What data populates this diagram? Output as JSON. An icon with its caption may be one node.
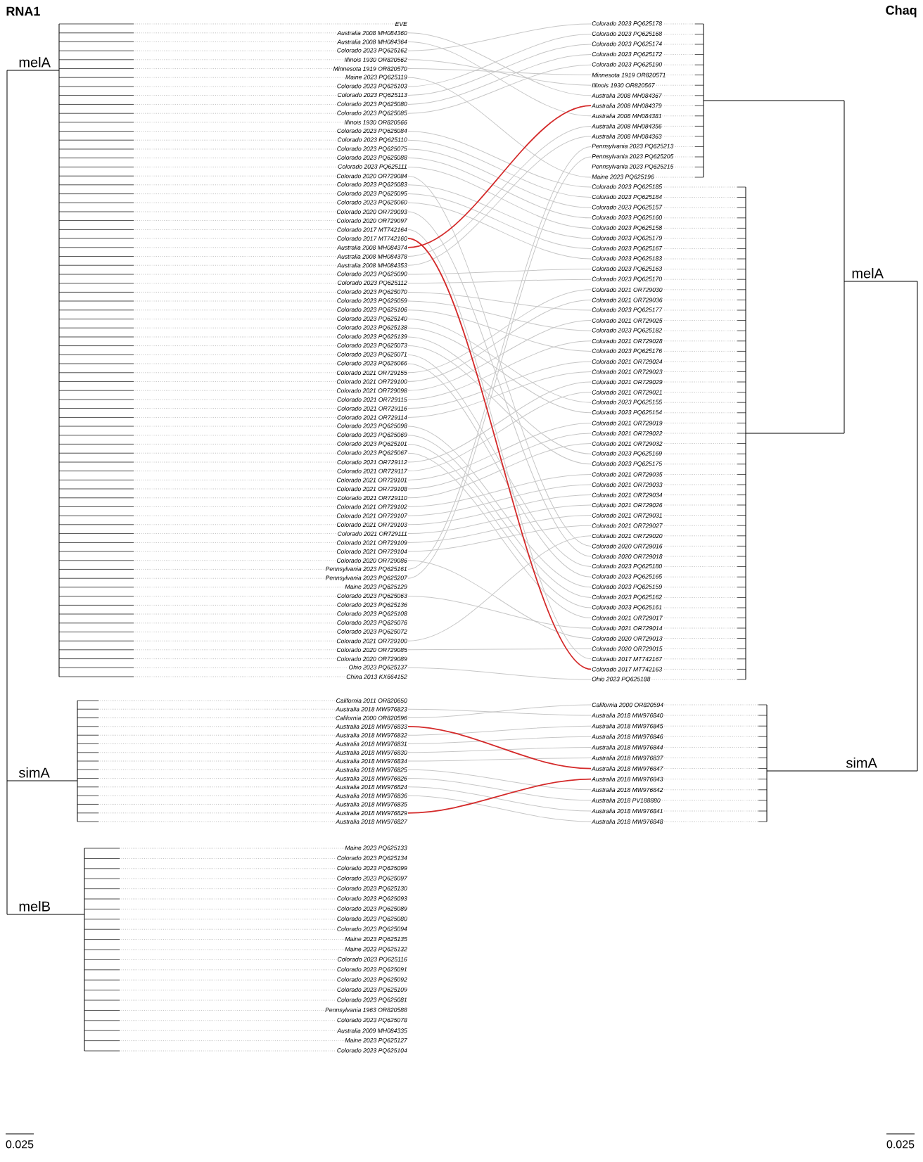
{
  "diagram": {
    "nodes": [
      {
        "text": [
          "EVE"
        ]
      },
      {
        "text": [
          "Australia 2008 MH084360"
        ]
      },
      {
        "text": [
          "Australia 2008 MH084364"
        ]
      },
      {
        "text": [
          "Colorado 2023 PQ625162"
        ]
      },
      {
        "text": [
          "Illinois 1930 OR820562"
        ]
      },
      {
        "text": [
          "Minnesota 1919 OR820570"
        ]
      },
      {
        "text": [
          "Maine 2023 PQ625119"
        ]
      },
      {
        "text": [
          "Colorado 2023 PQ625103"
        ]
      },
      {
        "text": [
          "Colorado 2023 PQ625113"
        ]
      },
      {
        "text": [
          "Colorado 2023 PQ625080"
        ]
      },
      {
        "text": [
          "Colorado 2023 PQ625085"
        ]
      },
      {
        "text": [
          "Illinois 1930 OR820566"
        ]
      },
      {
        "text": [
          "Colorado 2023 PQ625084"
        ]
      },
      {
        "text": [
          "Colorado 2023 PQ625110"
        ]
      },
      {
        "text": [
          "Colorado 2023 PQ625075"
        ]
      },
      {
        "text": [
          "Colorado 2023 PQ625088"
        ]
      },
      {
        "text": [
          "Colorado 2023 PQ625111"
        ]
      },
      {
        "text": [
          "Colorado 2020 OR729084"
        ]
      },
      {
        "text": [
          "Colorado 2023 PQ625083"
        ]
      },
      {
        "text": [
          "Colorado 2023 PQ625095"
        ]
      },
      {
        "text": [
          "Colorado 2023 PQ625060"
        ]
      },
      {
        "text": [
          "Colorado 2020 OR729093"
        ]
      },
      {
        "text": [
          "Colorado 2020 OR729097"
        ]
      },
      {
        "text": [
          "Colorado 2017 MT742164"
        ]
      },
      {
        "text": [
          "Colorado 2017 MT742160"
        ]
      },
      {
        "text": [
          "Australia 2008 MH084374"
        ]
      },
      {
        "text": [
          "Australia 2008 MH084378"
        ]
      },
      {
        "text": [
          "Australia 2008 MH084353"
        ]
      },
      {
        "text": [
          "Colorado 2023 PQ625090"
        ]
      },
      {
        "text": [
          "Colorado 2023 PQ625112"
        ]
      },
      {
        "text": [
          "Colorado 2023 PQ625070"
        ]
      },
      {
        "text": [
          "Colorado 2023 PQ625059"
        ]
      },
      {
        "text": [
          "Colorado 2023 PQ625106"
        ]
      },
      {
        "text": [
          "Colorado 2023 PQ625140"
        ]
      },
      {
        "text": [
          "Colorado 2023 PQ625138"
        ]
      },
      {
        "text": [
          "Colorado 2023 PQ625139"
        ]
      },
      {
        "text": [
          "Colorado 2023 PQ625073"
        ]
      },
      {
        "text": [
          "Colorado 2023 PQ625071"
        ]
      },
      {
        "text": [
          "Colorado 2023 PQ625066"
        ]
      },
      {
        "text": [
          "Colorado 2021 OR729155"
        ]
      },
      {
        "text": [
          "Colorado 2021 OR729100"
        ]
      },
      {
        "text": [
          "Colorado 2021 OR729098"
        ]
      },
      {
        "text": [
          "Colorado 2021 OR729115"
        ]
      },
      {
        "text": [
          "Colorado 2021 OR729116"
        ]
      },
      {
        "text": [
          "Colorado 2021 OR729114"
        ]
      },
      {
        "text": [
          "Colorado 2023 PQ625098"
        ]
      },
      {
        "text": [
          "Colorado 2023 PQ625069"
        ]
      },
      {
        "text": [
          "Colorado 2023 PQ625101"
        ]
      },
      {
        "text": [
          "Colorado 2023 PQ625067"
        ]
      },
      {
        "text": [
          "Colorado 2021 OR729112"
        ]
      },
      {
        "text": [
          "Colorado 2021 OR729117"
        ]
      },
      {
        "text": [
          "Colorado 2021 OR729101"
        ]
      },
      {
        "text": [
          "Colorado 2021 OR729108"
        ]
      },
      {
        "text": [
          "Colorado 2021 OR729110"
        ]
      },
      {
        "text": [
          "Colorado 2021 OR729102"
        ]
      },
      {
        "text": [
          "Colorado 2021 OR729107"
        ]
      },
      {
        "text": [
          "Colorado 2021 OR729103"
        ]
      },
      {
        "text": [
          "Colorado 2021 OR729111"
        ]
      },
      {
        "text": [
          "Colorado 2021 OR729109"
        ]
      },
      {
        "text": [
          "Colorado 2021 OR729104"
        ]
      },
      {
        "text": [
          "Colorado 2020 OR729086"
        ]
      },
      {
        "text": [
          "Pennsylvania 2023 PQ625161"
        ]
      },
      {
        "text": [
          "Pennsylvania 2023 PQ625207"
        ]
      },
      {
        "text": [
          "Maine 2023 PQ625129"
        ]
      },
      {
        "text": [
          "Colorado 2023 PQ625063"
        ]
      },
      {
        "text": [
          "Colorado 2023 PQ625136"
        ]
      },
      {
        "text": [
          "Colorado 2023 PQ625108"
        ]
      },
      {
        "text": [
          "Colorado 2023 PQ625076"
        ]
      },
      {
        "text": [
          "Colorado 2023 PQ625072"
        ]
      },
      {
        "text": [
          "Colorado 2021 OR729100"
        ]
      },
      {
        "text": [
          "Colorado 2020 OR729085"
        ]
      },
      {
        "text": [
          "Colorado 2020 OR729089"
        ]
      },
      {
        "text": [
          "Ohio 2023 PQ625137"
        ]
      },
      {
        "text": [
          "China 2013 KX664152"
        ]
      },
      {
        "text": [
          "California 2011 OR820650"
        ]
      },
      {
        "text": [
          "Australia 2018 MW976823"
        ]
      },
      {
        "text": [
          "California 2000 OR820596"
        ]
      },
      {
        "text": [
          "Australia 2018 MW976833"
        ]
      },
      {
        "text": [
          "Australia 2018 MW976832"
        ]
      },
      {
        "text": [
          "Australia 2018 MW976831"
        ]
      },
      {
        "text": [
          "Australia 2018 MW976830"
        ]
      },
      {
        "text": [
          "Australia 2018 MW976834"
        ]
      },
      {
        "text": [
          "Australia 2018 MW976825"
        ]
      },
      {
        "text": [
          "Australia 2018 MW976826"
        ]
      },
      {
        "text": [
          "Australia 2018 MW976824"
        ]
      },
      {
        "text": [
          "Australia 2018 MW976836"
        ]
      },
      {
        "text": [
          "Australia 2018 MW976835"
        ]
      },
      {
        "text": [
          "Australia 2018 MW976829"
        ]
      },
      {
        "text": [
          "Australia 2018 MW976827"
        ]
      },
      {
        "text": [
          "Maine 2023 PQ625133"
        ]
      },
      {
        "text": [
          "Colorado 2023 PQ625134"
        ]
      },
      {
        "text": [
          "Colorado 2023 PQ625099"
        ]
      },
      {
        "text": [
          "Colorado 2023 PQ625097"
        ]
      },
      {
        "text": [
          "Colorado 2023 PQ625130"
        ]
      },
      {
        "text": [
          "Colorado 2023 PQ625093"
        ]
      },
      {
        "text": [
          "Colorado 2023 PQ625089"
        ]
      },
      {
        "text": [
          "Colorado 2023 PQ625080"
        ]
      },
      {
        "text": [
          "Colorado 2023 PQ625094"
        ]
      },
      {
        "text": [
          "Maine 2023 PQ625135"
        ]
      },
      {
        "text": [
          "Maine 2023 PQ625132"
        ]
      },
      {
        "text": [
          "Colorado 2023 PQ625116"
        ]
      },
      {
        "text": [
          "Colorado 2023 PQ625091"
        ]
      },
      {
        "text": [
          "Colorado 2023 PQ625092"
        ]
      },
      {
        "text": [
          "Colorado 2023 PQ625109"
        ]
      },
      {
        "text": [
          "Colorado 2023 PQ625081"
        ]
      },
      {
        "text": [
          "Pennsylvania 1963 OR820588"
        ]
      },
      {
        "text": [
          "Colorado 2023 PQ625078"
        ]
      },
      {
        "text": [
          "Australia 2009 MH084335"
        ]
      },
      {
        "text": [
          "Maine 2023 PQ625127"
        ]
      },
      {
        "text": [
          "Colorado 2023 PQ625104"
        ]
      },
      {
        "text": [
          "Colorado 2023 PQ625178"
        ]
      },
      {
        "text": [
          "Colorado 2023 PQ625168"
        ]
      },
      {
        "text": [
          "Colorado 2023 PQ625174"
        ]
      },
      {
        "text": [
          "Colorado 2023 PQ625172"
        ]
      },
      {
        "text": [
          "Colorado 2023 PQ625190"
        ]
      },
      {
        "text": [
          "Minnesota 1919 OR820571"
        ]
      },
      {
        "text": [
          "Illinois 1930 OR820567"
        ]
      },
      {
        "text": [
          "Australia 2008 MH084367"
        ]
      },
      {
        "text": [
          "Australia 2008 MH084379"
        ]
      },
      {
        "text": [
          "Australia 2008 MH084381"
        ]
      },
      {
        "text": [
          "Australia 2008 MH084356"
        ]
      },
      {
        "text": [
          "Australia 2008 MH084363"
        ]
      },
      {
        "text": [
          "Pennsylvania 2023 PQ625213"
        ]
      },
      {
        "text": [
          "Pennsylvania 2023 PQ625205"
        ]
      },
      {
        "text": [
          "Pennsylvania 2023 PQ625215"
        ]
      },
      {
        "text": [
          "Maine 2023 PQ625196"
        ]
      },
      {
        "text": [
          "Colorado 2023 PQ625185"
        ]
      },
      {
        "text": [
          "Colorado 2023 PQ625184"
        ]
      },
      {
        "text": [
          "Colorado 2023 PQ625157"
        ]
      },
      {
        "text": [
          "Colorado 2023 PQ625160"
        ]
      },
      {
        "text": [
          "Colorado 2023 PQ625158"
        ]
      },
      {
        "text": [
          "Colorado 2023 PQ625179"
        ]
      },
      {
        "text": [
          "Colorado 2023 PQ625167"
        ]
      },
      {
        "text": [
          "Colorado 2023 PQ625183"
        ]
      },
      {
        "text": [
          "Colorado 2023 PQ625163"
        ]
      },
      {
        "text": [
          "Colorado 2023 PQ625170"
        ]
      },
      {
        "text": [
          "Colorado 2021 OR729030"
        ]
      },
      {
        "text": [
          "Colorado 2021 OR729036"
        ]
      },
      {
        "text": [
          "Colorado 2023 PQ625177"
        ]
      },
      {
        "text": [
          "Colorado 2021 OR729025"
        ]
      },
      {
        "text": [
          "Colorado 2023 PQ625182"
        ]
      },
      {
        "text": [
          "Colorado 2021 OR729028"
        ]
      },
      {
        "text": [
          "Colorado 2023 PQ625176"
        ]
      },
      {
        "text": [
          "Colorado 2021 OR729024"
        ]
      },
      {
        "text": [
          "Colorado 2021 OR729023"
        ]
      },
      {
        "text": [
          "Colorado 2021 OR729029"
        ]
      },
      {
        "text": [
          "Colorado 2021 OR729021"
        ]
      },
      {
        "text": [
          "Colorado 2023 PQ625155"
        ]
      },
      {
        "text": [
          "Colorado 2023 PQ625154"
        ]
      },
      {
        "text": [
          "Colorado 2021 OR729019"
        ]
      },
      {
        "text": [
          "Colorado 2021 OR729022"
        ]
      },
      {
        "text": [
          "Colorado 2021 OR729032"
        ]
      },
      {
        "text": [
          "Colorado 2023 PQ625169"
        ]
      },
      {
        "text": [
          "Colorado 2023 PQ625175"
        ]
      },
      {
        "text": [
          "Colorado 2021 OR729035"
        ]
      },
      {
        "text": [
          "Colorado 2021 OR729033"
        ]
      },
      {
        "text": [
          "Colorado 2021 OR729034"
        ]
      },
      {
        "text": [
          "Colorado 2021 OR729026"
        ]
      },
      {
        "text": [
          "Colorado 2021 OR729031"
        ]
      },
      {
        "text": [
          "Colorado 2021 OR729027"
        ]
      },
      {
        "text": [
          "Colorado 2021 OR729020"
        ]
      },
      {
        "text": [
          "Colorado 2020 OR729016"
        ]
      },
      {
        "text": [
          "Colorado 2020 OR729018"
        ]
      },
      {
        "text": [
          "Colorado 2023 PQ625180"
        ]
      },
      {
        "text": [
          "Colorado 2023 PQ625165"
        ]
      },
      {
        "text": [
          "Colorado 2023 PQ625159"
        ]
      },
      {
        "text": [
          "Colorado 2023 PQ625162"
        ]
      },
      {
        "text": [
          "Colorado 2023 PQ625161"
        ]
      },
      {
        "text": [
          "Colorado 2021 OR729017"
        ]
      },
      {
        "text": [
          "Colorado 2021 OR729014"
        ]
      },
      {
        "text": [
          "Colorado 2020 OR729013"
        ]
      },
      {
        "text": [
          "Colorado 2020 OR729015"
        ]
      },
      {
        "text": [
          "Colorado 2017 MT742167"
        ]
      },
      {
        "text": [
          "Colorado 2017 MT742163"
        ]
      },
      {
        "text": [
          "Ohio 2023 PQ625188"
        ]
      },
      {
        "text": [
          "California 2000 OR820594"
        ]
      },
      {
        "text": [
          "Australia 2018 MW976840"
        ]
      },
      {
        "text": [
          "Australia 2018 MW976845"
        ]
      },
      {
        "text": [
          "Australia 2018 MW976846"
        ]
      },
      {
        "text": [
          "Australia 2018 MW976844"
        ]
      },
      {
        "text": [
          "Australia 2018 MW976837"
        ]
      },
      {
        "text": [
          "Australia 2018 MW976847"
        ]
      },
      {
        "text": [
          "Australia 2018 MW976843"
        ]
      },
      {
        "text": [
          "Australia 2018 MW976842"
        ]
      },
      {
        "text": [
          "Australia 2018 PV188880"
        ]
      },
      {
        "text": [
          "Australia 2018 MW976841"
        ]
      },
      {
        "text": [
          "Australia 2018 MW976848"
        ]
      }
    ],
    "edges": [
      {
        "from": 3,
        "to": 110,
        "arrow": "none"
      },
      {
        "from": 7,
        "to": 111,
        "arrow": "none"
      },
      {
        "from": 8,
        "to": 112,
        "arrow": "none"
      },
      {
        "from": 9,
        "to": 113,
        "arrow": "none"
      },
      {
        "from": 10,
        "to": 114,
        "arrow": "none"
      },
      {
        "from": 5,
        "to": 115,
        "arrow": "none"
      },
      {
        "from": 4,
        "to": 116,
        "arrow": "none"
      },
      {
        "from": 1,
        "to": 117,
        "arrow": "none"
      },
      {
        "from": 25,
        "to": 118,
        "arrow": "none",
        "color": "#d42a2a"
      },
      {
        "from": 2,
        "to": 119,
        "arrow": "none"
      },
      {
        "from": 26,
        "to": 120,
        "arrow": "none"
      },
      {
        "from": 27,
        "to": 121,
        "arrow": "none"
      },
      {
        "from": 61,
        "to": 122,
        "arrow": "none"
      },
      {
        "from": 62,
        "to": 123,
        "arrow": "none"
      },
      {
        "from": 6,
        "to": 125,
        "arrow": "none"
      },
      {
        "from": 12,
        "to": 126,
        "arrow": "none"
      },
      {
        "from": 13,
        "to": 127,
        "arrow": "none"
      },
      {
        "from": 14,
        "to": 128,
        "arrow": "none"
      },
      {
        "from": 15,
        "to": 129,
        "arrow": "none"
      },
      {
        "from": 16,
        "to": 130,
        "arrow": "none"
      },
      {
        "from": 18,
        "to": 131,
        "arrow": "none"
      },
      {
        "from": 19,
        "to": 132,
        "arrow": "none"
      },
      {
        "from": 20,
        "to": 133,
        "arrow": "none"
      },
      {
        "from": 28,
        "to": 134,
        "arrow": "none"
      },
      {
        "from": 29,
        "to": 135,
        "arrow": "none"
      },
      {
        "from": 39,
        "to": 136,
        "arrow": "none"
      },
      {
        "from": 40,
        "to": 137,
        "arrow": "none"
      },
      {
        "from": 30,
        "to": 138,
        "arrow": "none"
      },
      {
        "from": 41,
        "to": 139,
        "arrow": "none"
      },
      {
        "from": 31,
        "to": 140,
        "arrow": "none"
      },
      {
        "from": 42,
        "to": 141,
        "arrow": "none"
      },
      {
        "from": 32,
        "to": 142,
        "arrow": "none"
      },
      {
        "from": 43,
        "to": 143,
        "arrow": "none"
      },
      {
        "from": 44,
        "to": 144,
        "arrow": "none"
      },
      {
        "from": 49,
        "to": 145,
        "arrow": "none"
      },
      {
        "from": 50,
        "to": 146,
        "arrow": "none"
      },
      {
        "from": 33,
        "to": 147,
        "arrow": "none"
      },
      {
        "from": 34,
        "to": 148,
        "arrow": "none"
      },
      {
        "from": 51,
        "to": 149,
        "arrow": "none"
      },
      {
        "from": 52,
        "to": 150,
        "arrow": "none"
      },
      {
        "from": 53,
        "to": 151,
        "arrow": "none"
      },
      {
        "from": 35,
        "to": 152,
        "arrow": "none"
      },
      {
        "from": 36,
        "to": 153,
        "arrow": "none"
      },
      {
        "from": 54,
        "to": 154,
        "arrow": "none"
      },
      {
        "from": 55,
        "to": 155,
        "arrow": "none"
      },
      {
        "from": 56,
        "to": 156,
        "arrow": "none"
      },
      {
        "from": 57,
        "to": 157,
        "arrow": "none"
      },
      {
        "from": 58,
        "to": 158,
        "arrow": "none"
      },
      {
        "from": 59,
        "to": 159,
        "arrow": "none"
      },
      {
        "from": 69,
        "to": 160,
        "arrow": "none"
      },
      {
        "from": 17,
        "to": 161,
        "arrow": "none"
      },
      {
        "from": 21,
        "to": 162,
        "arrow": "none"
      },
      {
        "from": 37,
        "to": 163,
        "arrow": "none"
      },
      {
        "from": 38,
        "to": 164,
        "arrow": "none"
      },
      {
        "from": 45,
        "to": 165,
        "arrow": "none"
      },
      {
        "from": 46,
        "to": 166,
        "arrow": "none"
      },
      {
        "from": 47,
        "to": 167,
        "arrow": "none"
      },
      {
        "from": 48,
        "to": 168,
        "arrow": "none"
      },
      {
        "from": 64,
        "to": 169,
        "arrow": "none"
      },
      {
        "from": 60,
        "to": 170,
        "arrow": "none"
      },
      {
        "from": 70,
        "to": 171,
        "arrow": "none"
      },
      {
        "from": 23,
        "to": 172,
        "arrow": "none"
      },
      {
        "from": 24,
        "to": 173,
        "arrow": "none",
        "color": "#d42a2a"
      },
      {
        "from": 72,
        "to": 174,
        "arrow": "none"
      },
      {
        "from": 76,
        "to": 175,
        "arrow": "none"
      },
      {
        "from": 75,
        "to": 176,
        "arrow": "none"
      },
      {
        "from": 78,
        "to": 177,
        "arrow": "none"
      },
      {
        "from": 79,
        "to": 178,
        "arrow": "none"
      },
      {
        "from": 80,
        "to": 179,
        "arrow": "none"
      },
      {
        "from": 81,
        "to": 180,
        "arrow": "none"
      },
      {
        "from": 77,
        "to": 181,
        "arrow": "none",
        "color": "#d42a2a"
      },
      {
        "from": 87,
        "to": 182,
        "arrow": "none",
        "color": "#d42a2a"
      },
      {
        "from": 82,
        "to": 183,
        "arrow": "none"
      },
      {
        "from": 83,
        "to": 184,
        "arrow": "none"
      },
      {
        "from": 84,
        "to": 185,
        "arrow": "none"
      },
      {
        "from": 85,
        "to": 186,
        "arrow": "none"
      }
    ],
    "labels": [
      "RNA1",
      "Chaq",
      "melA",
      "melA",
      "simA",
      "simA",
      "melB",
      "0.025",
      "0.025"
    ]
  }
}
